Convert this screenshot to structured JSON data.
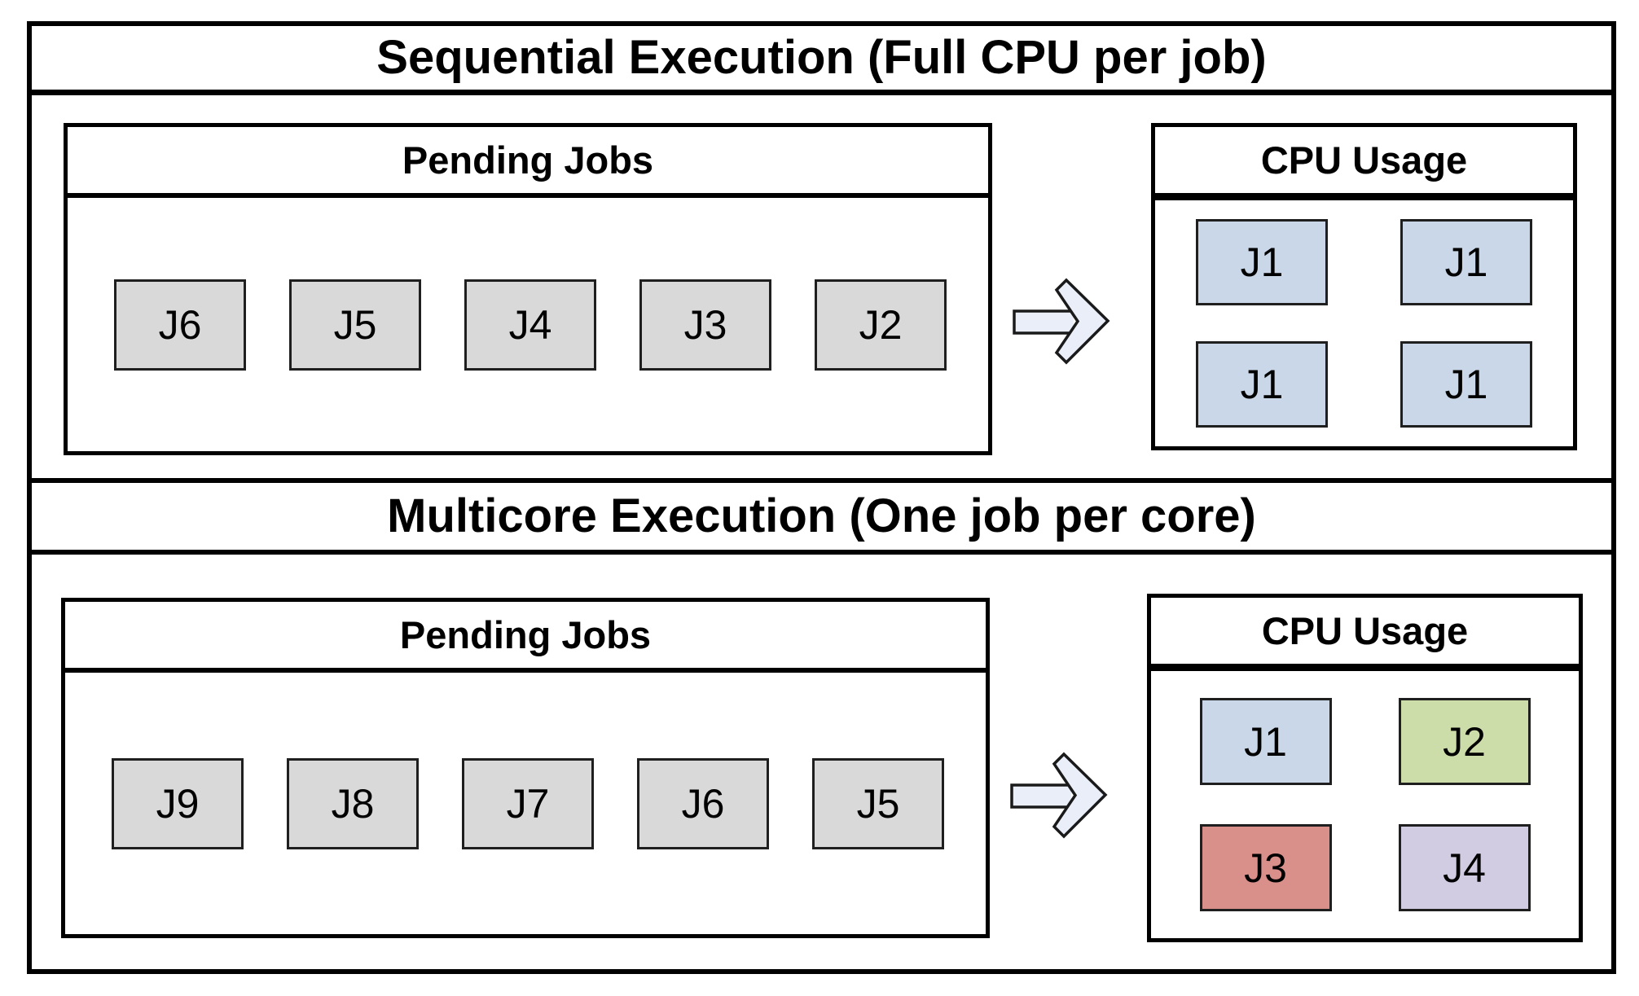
{
  "figure": {
    "sections": [
      {
        "title": "Sequential Execution (Full CPU per job)",
        "pending": {
          "title": "Pending Jobs",
          "jobs": [
            "J6",
            "J5",
            "J4",
            "J3",
            "J2"
          ]
        },
        "cpu": {
          "title": "CPU Usage",
          "cores": [
            {
              "label": "J1",
              "color": "#c9d7e8"
            },
            {
              "label": "J1",
              "color": "#c9d7e8"
            },
            {
              "label": "J1",
              "color": "#c9d7e8"
            },
            {
              "label": "J1",
              "color": "#c9d7e8"
            }
          ]
        }
      },
      {
        "title": "Multicore Execution (One job per core)",
        "pending": {
          "title": "Pending Jobs",
          "jobs": [
            "J9",
            "J8",
            "J7",
            "J6",
            "J5"
          ]
        },
        "cpu": {
          "title": "CPU Usage",
          "cores": [
            {
              "label": "J1",
              "color": "#c9d7e8"
            },
            {
              "label": "J2",
              "color": "#cdddaa"
            },
            {
              "label": "J3",
              "color": "#d9908a"
            },
            {
              "label": "J4",
              "color": "#d2cce2"
            }
          ]
        }
      }
    ],
    "colors": {
      "pending_job_fill": "#d9d9d9",
      "arrow_fill": "#e9eef9",
      "border": "#000000"
    }
  }
}
